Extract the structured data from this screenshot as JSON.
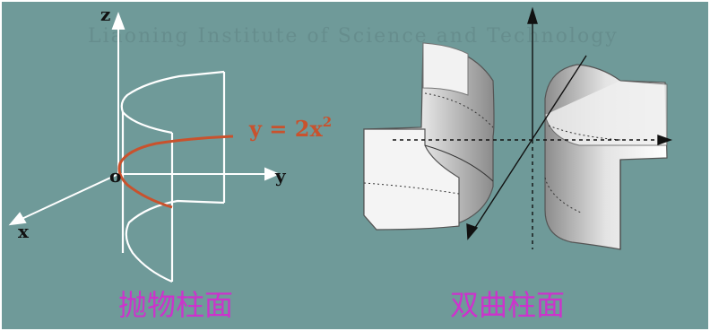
{
  "parabolic": {
    "axis_z": "z",
    "axis_x": "x",
    "axis_y": "y",
    "origin": "o",
    "equation_main": "y = 2x",
    "equation_exp": "2",
    "caption": "抛物柱面"
  },
  "hyperbolic": {
    "caption": "双曲柱面"
  },
  "watermark": {
    "text": "Liaoning Institute of Science and Technology"
  },
  "colors": {
    "background": "#6f9a99",
    "parabola_curve": "#c9522d",
    "caption": "#cc33cc",
    "surface_outline": "#ffffff",
    "axes": "#ffffff"
  }
}
